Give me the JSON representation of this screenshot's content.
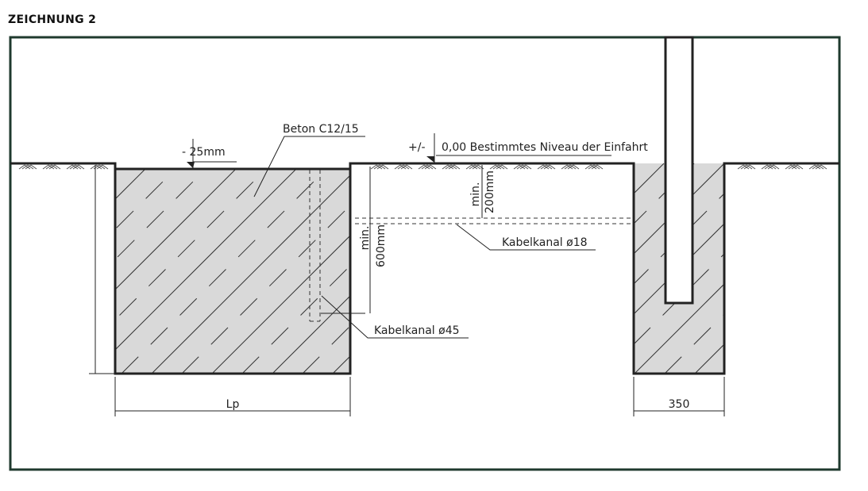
{
  "title": "ZEICHNUNG 2",
  "labels": {
    "concrete": "Beton C12/15",
    "offset": "- 25mm",
    "level_sign": "+/-",
    "level": "0,00 Bestimmtes Niveau der Einfahrt",
    "min_200_a": "min.",
    "min_200_b": "200mm",
    "min_600_a": "min.",
    "min_600_b": "600mm",
    "cable_18": "Kabelkanal ø18",
    "cable_45": "Kabelkanal ø45",
    "lp": "Lp",
    "width_350": "350"
  },
  "colors": {
    "frame": "#1f3a2e",
    "concrete": "#d9d9d9"
  }
}
